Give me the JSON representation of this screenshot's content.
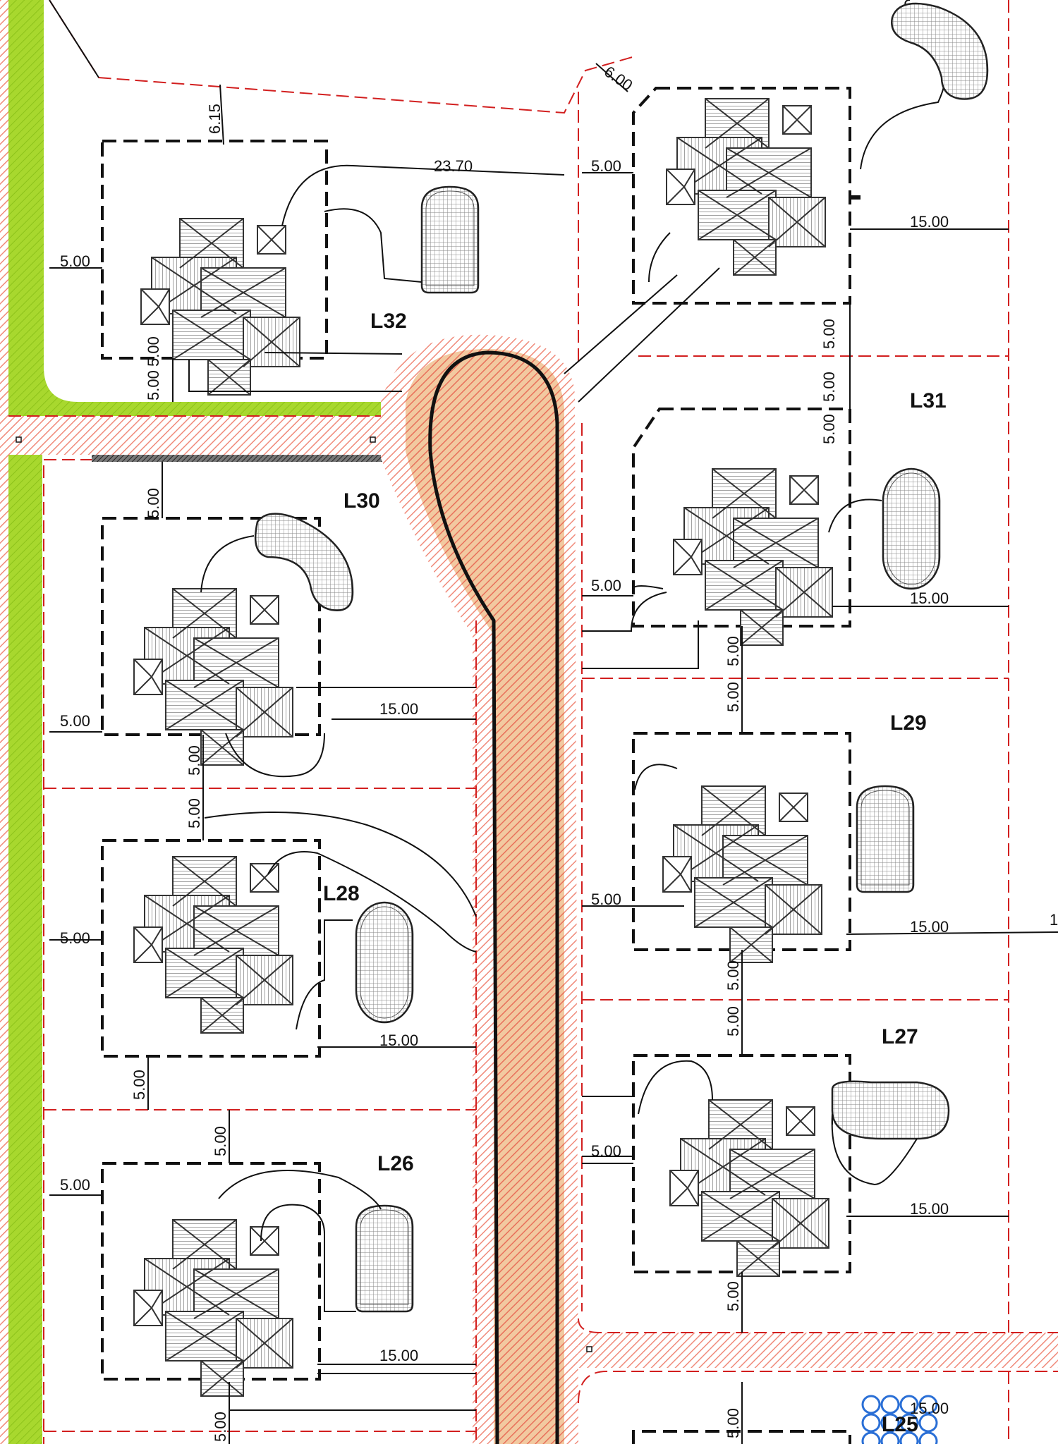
{
  "colors": {
    "road_fill": "#f2c9a0",
    "road_hatch": "#e8705a",
    "green_strip": "#a8d82e",
    "plot_border": "#d21f1f",
    "setback": "#111111",
    "roof_hatch": "#7a7a7a",
    "pool_hatch": "#8a8a8a",
    "water_symbol": "#2a6fd6"
  },
  "lots": [
    {
      "id": "L32",
      "label": "L32"
    },
    {
      "id": "L31",
      "label": "L31"
    },
    {
      "id": "L30",
      "label": "L30"
    },
    {
      "id": "L29",
      "label": "L29"
    },
    {
      "id": "L28",
      "label": "L28"
    },
    {
      "id": "L27",
      "label": "L27"
    },
    {
      "id": "L26",
      "label": "L26"
    },
    {
      "id": "L25",
      "label": "L25"
    }
  ],
  "dimensions": {
    "d1": "6.15",
    "d2": "23.70",
    "d3": "5.00",
    "d4": "6.00",
    "d5": "5.00",
    "d6": "15.00",
    "d7": "5.00",
    "d8": "5.00",
    "d9": "5.00",
    "d10": "5.00",
    "d11": "5.00",
    "d12": "5.00",
    "d13": "15.00",
    "d14": "5.00",
    "d15": "15.00",
    "d16": "5.00",
    "d17": "5.00",
    "d18": "5.00",
    "d19": "5.00",
    "d20": "5.00",
    "d21": "5.00",
    "d22": "15.00",
    "d23": "15.00",
    "d24": "1",
    "d25": "5.00",
    "d26": "5.00",
    "d27": "5.00",
    "d28": "5.00",
    "d29": "5.00",
    "d30": "15.00",
    "d31": "5.00",
    "d32": "15.00",
    "d33": "5.00",
    "d34": "5.00",
    "d35": "15.00",
    "d36": "5.00",
    "d37": "5.00"
  }
}
